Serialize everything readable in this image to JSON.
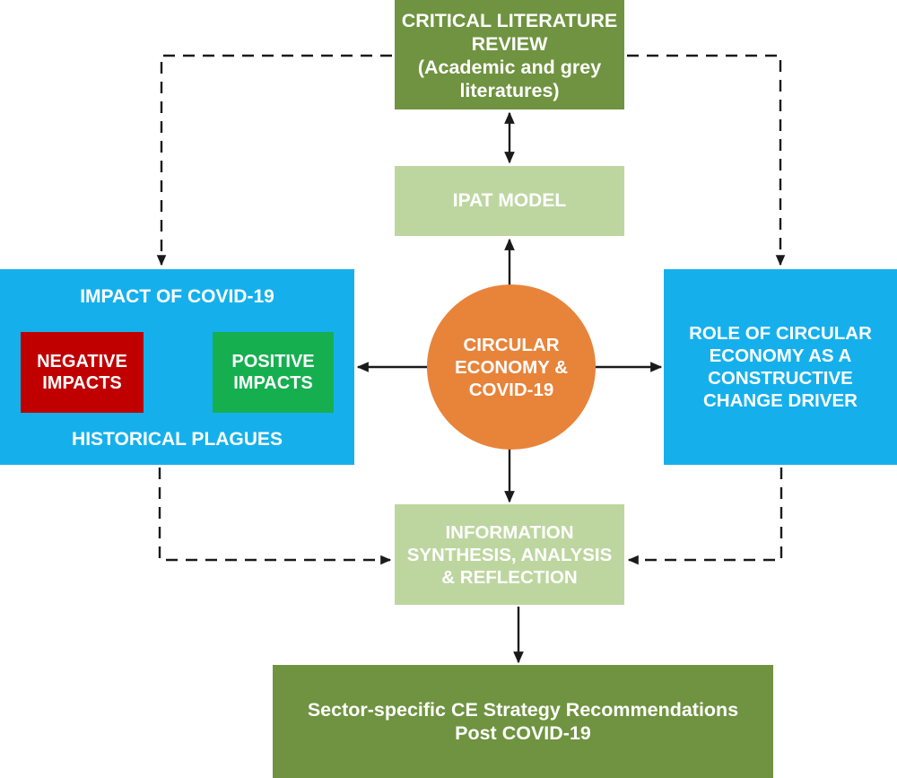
{
  "diagram": {
    "title": "Circular Economy & COVID-19 research framework",
    "nodes": {
      "critical_literature_review": {
        "label": "CRITICAL LITERATURE REVIEW\n(Academic and grey literatures)",
        "color": "#6f9340"
      },
      "ipat_model": {
        "label": "IPAT MODEL",
        "color": "#bdd6a0"
      },
      "impact_of_covid": {
        "header": "IMPACT OF COVID-19",
        "footer": "HISTORICAL PLAGUES",
        "color": "#15b0ec"
      },
      "negative_impacts": {
        "label": "NEGATIVE\nIMPACTS",
        "color": "#c00000"
      },
      "positive_impacts": {
        "label": "POSITIVE\nIMPACTS",
        "color": "#16af50"
      },
      "circular_economy_covid": {
        "label": "CIRCULAR\nECONOMY &\nCOVID-19",
        "color": "#e8833a"
      },
      "role_circular_economy": {
        "label": "ROLE OF CIRCULAR\nECONOMY AS A\nCONSTRUCTIVE\nCHANGE DRIVER",
        "color": "#15b0ec"
      },
      "information_synthesis": {
        "label": "INFORMATION\nSYNTHESIS, ANALYSIS\n& REFLECTION",
        "color": "#bdd6a0"
      },
      "sector_recommendations": {
        "label": "Sector-specific CE Strategy Recommendations\nPost COVID-19",
        "color": "#6f9340"
      }
    },
    "connectors": [
      {
        "name": "lit-review-to-ipat",
        "style": "solid",
        "arrows": "both"
      },
      {
        "name": "ipat-to-circle",
        "style": "solid",
        "arrows": "end"
      },
      {
        "name": "circle-to-impact-covid",
        "style": "solid",
        "arrows": "end"
      },
      {
        "name": "circle-to-role-ce",
        "style": "solid",
        "arrows": "end"
      },
      {
        "name": "negative-to-positive",
        "style": "solid",
        "arrows": "both"
      },
      {
        "name": "circle-to-information-synthesis",
        "style": "solid",
        "arrows": "end"
      },
      {
        "name": "information-synthesis-to-recommendations",
        "style": "solid",
        "arrows": "end"
      },
      {
        "name": "lit-review-to-impact-covid",
        "style": "dashed",
        "arrows": "end"
      },
      {
        "name": "lit-review-to-role-ce",
        "style": "dashed",
        "arrows": "end"
      },
      {
        "name": "impact-covid-to-information-synthesis",
        "style": "dashed",
        "arrows": "end"
      },
      {
        "name": "role-ce-to-information-synthesis",
        "style": "dashed",
        "arrows": "end"
      }
    ],
    "colors": {
      "arrow": "#1a1a1a",
      "arrow_blue": "#1f4e79",
      "background": "#ffffff"
    }
  }
}
